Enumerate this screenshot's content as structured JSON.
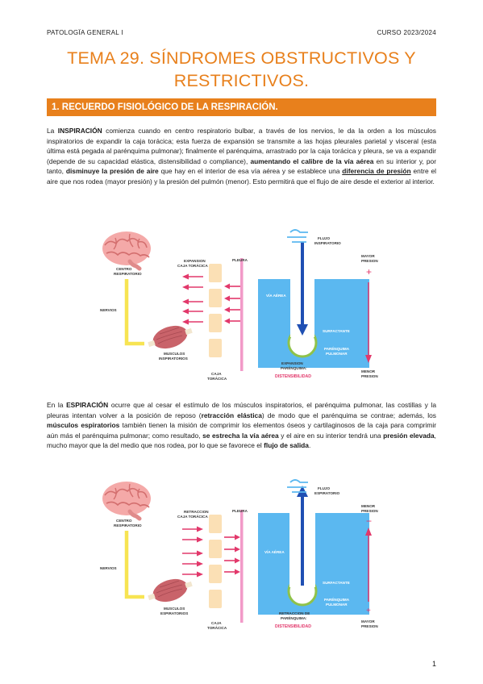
{
  "header": {
    "course": "PATOLOGÏA GENERAL I",
    "year": "CURSO 2023/2024"
  },
  "title": "TEMA 29. SÍNDROMES OBSTRUCTIVOS Y RESTRICTIVOS.",
  "section": "1. RECUERDO FISIOLÓGICO DE LA RESPIRACIÓN.",
  "paragraph1": {
    "s1": "La ",
    "b1": "INSPIRACIÓN",
    "s2": " comienza cuando en centro respiratorio bulbar, a través de los nervios, le da la orden a los músculos inspiratorios de expandir la caja torácica; esta fuerza de expansión se transmite a las hojas pleurales parietal y visceral (esta última está pegada al parénquima pulmonar); finalmente el parénquima, arrastrado por la caja torácica y pleura, se va a expandir (depende de su capacidad elástica, distensibilidad o compliance), ",
    "b2": "aumentando el calibre de la vía aérea",
    "s3": " en su interior y, por tanto, ",
    "b3": "disminuye la presión de aire",
    "s4": " que hay en el interior de esa vía aérea y se establece una ",
    "b4": "diferencia de presión",
    "s5": " entre el aire que nos rodea (mayor presión) y la presión del pulmón (menor). Esto permitirá que el flujo de aire desde el exterior al interior."
  },
  "paragraph2": {
    "s1": "En la ",
    "b1": "ESPIRACIÓN",
    "s2": " ocurre que al cesar el estímulo de los músculos inspiratorios, el parénquima pulmonar, las costillas y la pleuras intentan volver a la posición de reposo (",
    "b2": "retracción elástica",
    "s3": ") de modo que el parénquima se contrae; además, los ",
    "b3": "músculos espiratorios",
    "s4": " también tienen la misión de comprimir los elementos óseos y cartilaginosos de la caja para comprimir aún más el parénquima pulmonar; como resultado, ",
    "b4": "se estrecha la vía aérea",
    "s5": " y el aire en su interior tendrá una ",
    "b5": "presión elevada",
    "s6": ", mucho mayor que la del medio que nos rodea, por lo que se favorece el ",
    "b6": "flujo de salida",
    "s7": "."
  },
  "figure1": {
    "centro": [
      "CENTRO",
      "RESPIRATORIO"
    ],
    "nervios": "NERVIOS",
    "expansion": [
      "EXPANSION",
      "CAJA TORÁCICA"
    ],
    "musculos": [
      "MUSCULOS",
      "INSPIRATORIOS"
    ],
    "caja": [
      "CAJA",
      "TORÁCICA"
    ],
    "pleura": "PLEURA",
    "flujo": [
      "FLUJO",
      "INSPIRATORIO"
    ],
    "via": "VÍA AÉREA",
    "surfactante": "SURFACTANTE",
    "parenquima": [
      "PARÉNQUIMA",
      "PULMONAR"
    ],
    "bottom": [
      "EXPANSION",
      "PARÉNQUIMA:"
    ],
    "distens": "DISTENSIBILIDAD",
    "top_pressure": [
      "MAYOR",
      "PRESION"
    ],
    "bottom_pressure": [
      "MENOR",
      "PRESION"
    ],
    "plus": "+",
    "minus": "−"
  },
  "figure2": {
    "centro": [
      "CENTRO",
      "RESPIRATORIO"
    ],
    "nervios": "NERVIOS",
    "retraccion": [
      "RETRACCION",
      "CAJA TORÁCICA"
    ],
    "musculos": [
      "MUSCULOS",
      "ESPIRATORIOS"
    ],
    "caja": [
      "CAJA",
      "TORÁCICA"
    ],
    "pleura": "PLEURA",
    "flujo": [
      "FLUJO",
      "ESPIRATORIO"
    ],
    "via": "VÍA AÉREA",
    "surfactante": "SURFACTANTE",
    "parenquima": [
      "PARÉNQUIMA",
      "PULMONAR"
    ],
    "bottom": [
      "RETRACCION DE",
      "PARÉNQUIMA:"
    ],
    "distens": "DISTENSIBILIDAD",
    "top_pressure": [
      "MENOR",
      "PRESION"
    ],
    "bottom_pressure": [
      "MAYOR",
      "PRESION"
    ],
    "plus": "+",
    "minus": "−"
  },
  "colors": {
    "accent": "#e8801c",
    "arrow": "#e2386b",
    "lung": "#5bb8f0",
    "nerve": "#f7e452",
    "box": "#fbe0b5",
    "pleura": "#f29ac8"
  },
  "page_number": "1"
}
